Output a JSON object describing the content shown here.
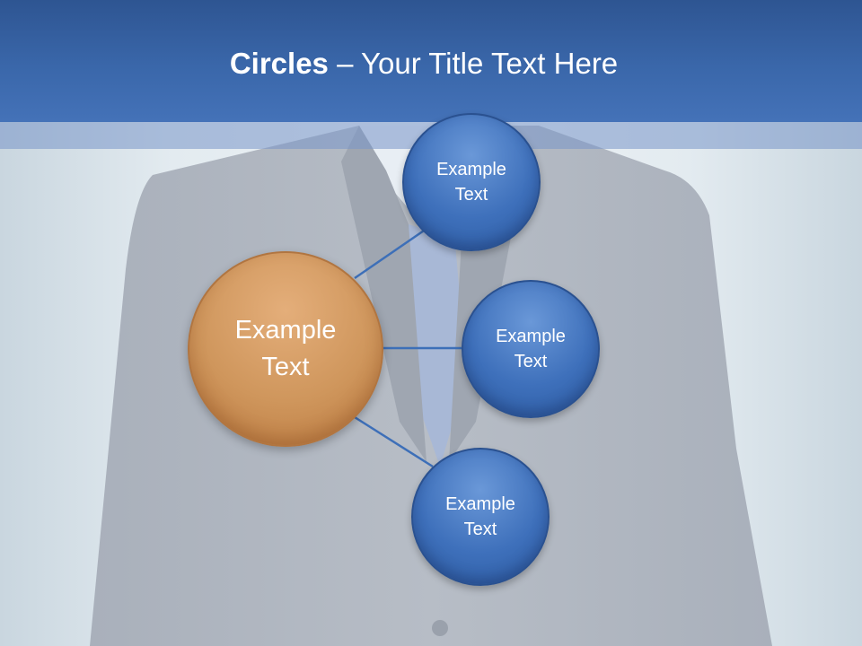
{
  "slide": {
    "title_bold": "Circles",
    "title_rest": " – Your Title Text Here"
  },
  "diagram": {
    "center": {
      "label": "Example\nText",
      "color": "#cf965c"
    },
    "nodes": [
      {
        "label": "Example\nText",
        "color": "#3e70bb"
      },
      {
        "label": "Example\nText",
        "color": "#3e70bb"
      },
      {
        "label": "Example\nText",
        "color": "#3e70bb"
      }
    ],
    "connector_color": "#3d6fb8"
  }
}
